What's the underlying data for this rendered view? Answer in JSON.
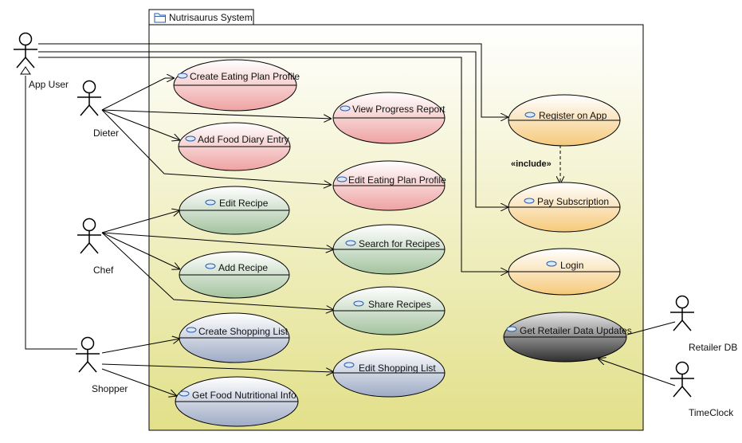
{
  "system": {
    "name": "Nutrisaurus System"
  },
  "actors": {
    "app_user": "App User",
    "dieter": "Dieter",
    "chef": "Chef",
    "shopper": "Shopper",
    "retailer_db": "Retailer DB",
    "timeclock": "TimeClock"
  },
  "use_cases": {
    "create_eating_plan_profile": "Create Eating Plan Profile",
    "view_progress_report": "View Progress Report",
    "add_food_diary_entry": "Add Food Diary Entry",
    "edit_eating_plan_profile": "Edit Eating Plan Profile",
    "edit_recipe": "Edit Recipe",
    "search_for_recipes": "Search for Recipes",
    "add_recipe": "Add Recipe",
    "share_recipes": "Share Recipes",
    "create_shopping_list": "Create Shopping List",
    "edit_shopping_list": "Edit Shopping List",
    "get_food_nutritional_info": "Get Food Nutritional Info",
    "register_on_app": "Register on App",
    "pay_subscription": "Pay Subscription",
    "login": "Login",
    "get_retailer_data_updates": "Get Retailer Data Updates"
  },
  "relationships": {
    "include_label": "«include»"
  },
  "colors": {
    "red": "#f0a8a8",
    "green": "#a9c8a4",
    "blue": "#a3b0c8",
    "orange": "#f7cf86",
    "dark": "#4a4a4a",
    "system_top": "#ffffff",
    "system_bottom": "#e2e089"
  }
}
